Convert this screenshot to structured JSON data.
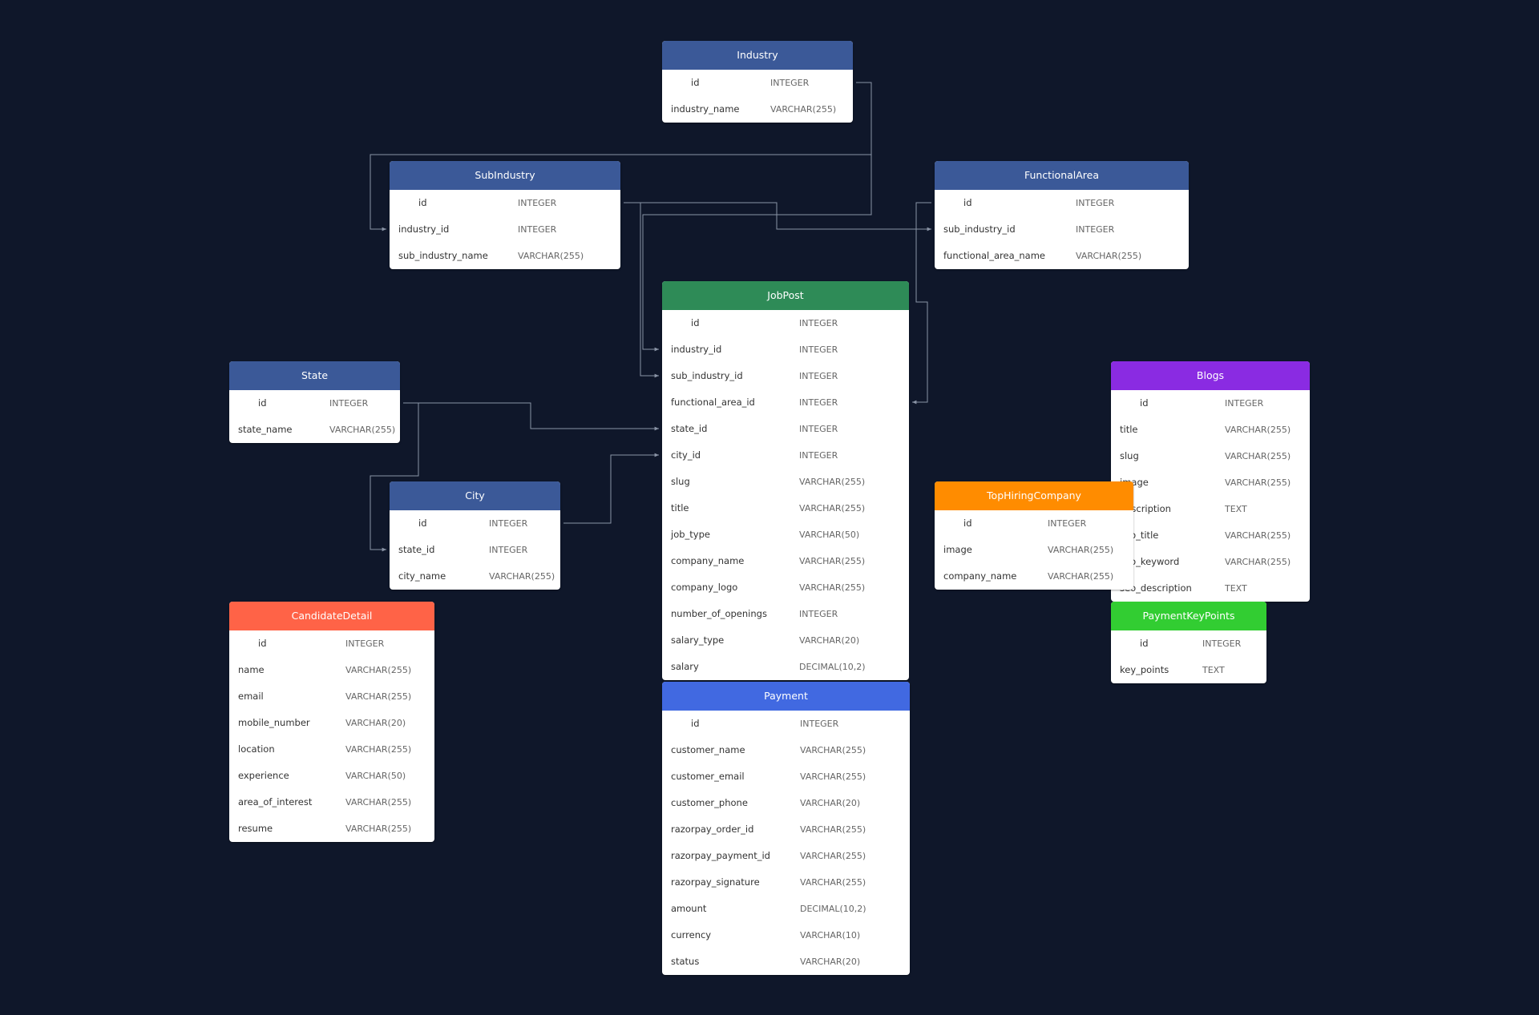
{
  "colors": {
    "background": "#0f172a",
    "edge": "#8a94a6",
    "blue": "#3b5998",
    "green": "#2e8b57",
    "purple": "#8a2be2",
    "orange": "#ff8c00",
    "coral": "#ff6347",
    "lime": "#32cd32",
    "royal": "#4169e1"
  },
  "tables": [
    {
      "key": "industry",
      "title": "Industry",
      "color": "#3b5998",
      "columns": [
        {
          "name": "id",
          "type": "INTEGER",
          "pk": true
        },
        {
          "name": "industry_name",
          "type": "VARCHAR(255)"
        }
      ]
    },
    {
      "key": "subindustry",
      "title": "SubIndustry",
      "color": "#3b5998",
      "columns": [
        {
          "name": "id",
          "type": "INTEGER",
          "pk": true
        },
        {
          "name": "industry_id",
          "type": "INTEGER"
        },
        {
          "name": "sub_industry_name",
          "type": "VARCHAR(255)"
        }
      ]
    },
    {
      "key": "functionalarea",
      "title": "FunctionalArea",
      "color": "#3b5998",
      "columns": [
        {
          "name": "id",
          "type": "INTEGER",
          "pk": true
        },
        {
          "name": "sub_industry_id",
          "type": "INTEGER"
        },
        {
          "name": "functional_area_name",
          "type": "VARCHAR(255)"
        }
      ]
    },
    {
      "key": "jobpost",
      "title": "JobPost",
      "color": "#2e8b57",
      "columns": [
        {
          "name": "id",
          "type": "INTEGER",
          "pk": true
        },
        {
          "name": "industry_id",
          "type": "INTEGER"
        },
        {
          "name": "sub_industry_id",
          "type": "INTEGER"
        },
        {
          "name": "functional_area_id",
          "type": "INTEGER"
        },
        {
          "name": "state_id",
          "type": "INTEGER"
        },
        {
          "name": "city_id",
          "type": "INTEGER"
        },
        {
          "name": "slug",
          "type": "VARCHAR(255)"
        },
        {
          "name": "title",
          "type": "VARCHAR(255)"
        },
        {
          "name": "job_type",
          "type": "VARCHAR(50)"
        },
        {
          "name": "company_name",
          "type": "VARCHAR(255)"
        },
        {
          "name": "company_logo",
          "type": "VARCHAR(255)"
        },
        {
          "name": "number_of_openings",
          "type": "INTEGER"
        },
        {
          "name": "salary_type",
          "type": "VARCHAR(20)"
        },
        {
          "name": "salary",
          "type": "DECIMAL(10,2)"
        }
      ]
    },
    {
      "key": "state",
      "title": "State",
      "color": "#3b5998",
      "columns": [
        {
          "name": "id",
          "type": "INTEGER",
          "pk": true
        },
        {
          "name": "state_name",
          "type": "VARCHAR(255)"
        }
      ]
    },
    {
      "key": "city",
      "title": "City",
      "color": "#3b5998",
      "columns": [
        {
          "name": "id",
          "type": "INTEGER",
          "pk": true
        },
        {
          "name": "state_id",
          "type": "INTEGER"
        },
        {
          "name": "city_name",
          "type": "VARCHAR(255)"
        }
      ]
    },
    {
      "key": "blogs",
      "title": "Blogs",
      "color": "#8a2be2",
      "columns": [
        {
          "name": "id",
          "type": "INTEGER",
          "pk": true
        },
        {
          "name": "title",
          "type": "VARCHAR(255)"
        },
        {
          "name": "slug",
          "type": "VARCHAR(255)"
        },
        {
          "name": "image",
          "type": "VARCHAR(255)"
        },
        {
          "name": "description",
          "type": "TEXT"
        },
        {
          "name": "seo_title",
          "type": "VARCHAR(255)"
        },
        {
          "name": "seo_keyword",
          "type": "VARCHAR(255)"
        },
        {
          "name": "seo_description",
          "type": "TEXT"
        }
      ]
    },
    {
      "key": "tophiringcompany",
      "title": "TopHiringCompany",
      "color": "#ff8c00",
      "columns": [
        {
          "name": "id",
          "type": "INTEGER",
          "pk": true
        },
        {
          "name": "image",
          "type": "VARCHAR(255)"
        },
        {
          "name": "company_name",
          "type": "VARCHAR(255)"
        }
      ]
    },
    {
      "key": "candidatedetail",
      "title": "CandidateDetail",
      "color": "#ff6347",
      "columns": [
        {
          "name": "id",
          "type": "INTEGER",
          "pk": true
        },
        {
          "name": "name",
          "type": "VARCHAR(255)"
        },
        {
          "name": "email",
          "type": "VARCHAR(255)"
        },
        {
          "name": "mobile_number",
          "type": "VARCHAR(20)"
        },
        {
          "name": "location",
          "type": "VARCHAR(255)"
        },
        {
          "name": "experience",
          "type": "VARCHAR(50)"
        },
        {
          "name": "area_of_interest",
          "type": "VARCHAR(255)"
        },
        {
          "name": "resume",
          "type": "VARCHAR(255)"
        }
      ]
    },
    {
      "key": "paymentkeypoints",
      "title": "PaymentKeyPoints",
      "color": "#32cd32",
      "columns": [
        {
          "name": "id",
          "type": "INTEGER",
          "pk": true
        },
        {
          "name": "key_points",
          "type": "TEXT"
        }
      ]
    },
    {
      "key": "payment",
      "title": "Payment",
      "color": "#4169e1",
      "columns": [
        {
          "name": "id",
          "type": "INTEGER",
          "pk": true
        },
        {
          "name": "customer_name",
          "type": "VARCHAR(255)"
        },
        {
          "name": "customer_email",
          "type": "VARCHAR(255)"
        },
        {
          "name": "customer_phone",
          "type": "VARCHAR(20)"
        },
        {
          "name": "razorpay_order_id",
          "type": "VARCHAR(255)"
        },
        {
          "name": "razorpay_payment_id",
          "type": "VARCHAR(255)"
        },
        {
          "name": "razorpay_signature",
          "type": "VARCHAR(255)"
        },
        {
          "name": "amount",
          "type": "DECIMAL(10,2)"
        },
        {
          "name": "currency",
          "type": "VARCHAR(10)"
        },
        {
          "name": "status",
          "type": "VARCHAR(20)"
        }
      ]
    }
  ],
  "relations": [
    {
      "from": "industry.id",
      "to": "subindustry.industry_id"
    },
    {
      "from": "industry.id",
      "to": "jobpost.industry_id"
    },
    {
      "from": "subindustry.id",
      "to": "functionalarea.sub_industry_id"
    },
    {
      "from": "subindustry.id",
      "to": "jobpost.sub_industry_id"
    },
    {
      "from": "functionalarea.id",
      "to": "jobpost.functional_area_id"
    },
    {
      "from": "state.id",
      "to": "jobpost.state_id"
    },
    {
      "from": "state.id",
      "to": "city.state_id"
    },
    {
      "from": "city.id",
      "to": "jobpost.city_id"
    }
  ]
}
